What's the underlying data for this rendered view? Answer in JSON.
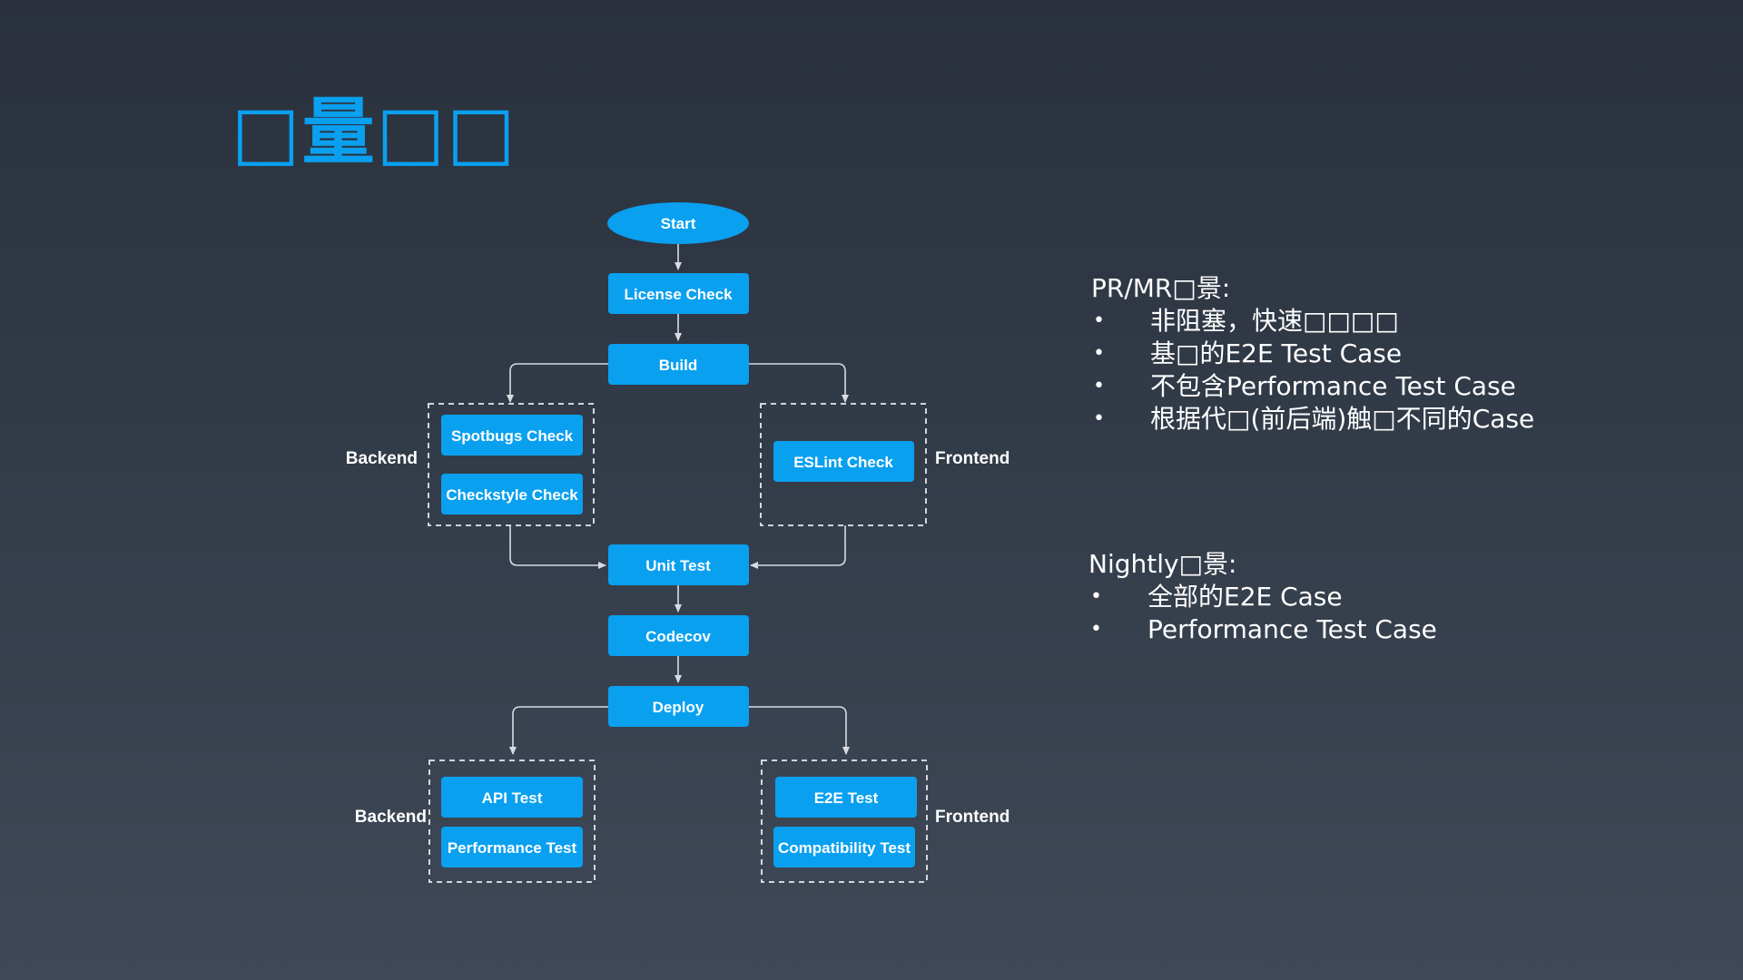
{
  "slide": {
    "title": "□量□□"
  },
  "flowchart": {
    "nodes": {
      "start": "Start",
      "license_check": "License Check",
      "build": "Build",
      "spotbugs_check": "Spotbugs Check",
      "checkstyle_check": "Checkstyle Check",
      "eslint_check": "ESLint Check",
      "unit_test": "Unit Test",
      "codecov": "Codecov",
      "deploy": "Deploy",
      "api_test": "API Test",
      "performance_test": "Performance Test",
      "e2e_test": "E2E Test",
      "compatibility_test": "Compatibility Test"
    },
    "group_labels": {
      "backend_top": "Backend",
      "frontend_top": "Frontend",
      "backend_bottom": "Backend",
      "frontend_bottom": "Frontend"
    }
  },
  "notes": {
    "pr": {
      "heading": "PR/MR□景:",
      "items": [
        "非阻塞，快速□□□□",
        "基□的E2E Test Case",
        "不包含Performance Test Case",
        "根据代□(前后端)触□不同的Case"
      ]
    },
    "nightly": {
      "heading": "Nightly□景:",
      "items": [
        "全部的E2E Case",
        "Performance Test Case"
      ]
    },
    "bullet": "•"
  },
  "colors": {
    "accent": "#0aa0f0",
    "node_fill": "#0aa0f0",
    "text": "#ffffff",
    "connector": "#d8dce2",
    "background_top": "#2a313d",
    "background_bottom": "#3f4957"
  }
}
